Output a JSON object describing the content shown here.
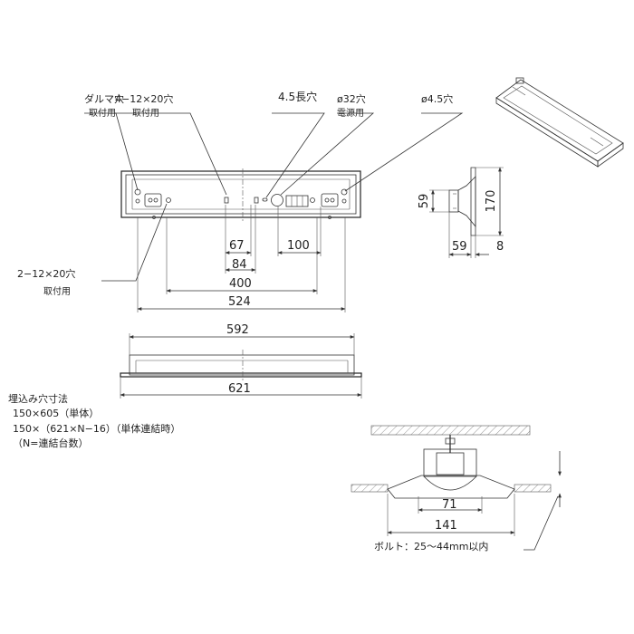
{
  "callouts": {
    "daruma_hole": "ダルマ穴",
    "daruma_sub": "取付用",
    "hole_4_12x20": "4−12×20穴",
    "hole_4_sub": "取付用",
    "slot_4_5": "4.5長穴",
    "hole_phi32": "ø32穴",
    "hole_phi32_sub": "電源用",
    "hole_phi4_5": "ø4.5穴",
    "hole_2_12x20": "2−12×20穴",
    "hole_2_sub": "取付用"
  },
  "dimensions": {
    "d67": "67",
    "d84": "84",
    "d100": "100",
    "d400": "400",
    "d524": "524",
    "d592": "592",
    "d621": "621",
    "d59_vertical": "59",
    "d170": "170",
    "d59_horizontal": "59",
    "d8": "8",
    "d71": "71",
    "d141": "141"
  },
  "notes": {
    "cutout_title": "埋込み穴寸法",
    "cutout_single": "150×605（単体）",
    "cutout_linked": "150×（621×N−16）（単体連結時）",
    "cutout_n": "（N=連結台数）",
    "bolt": "ボルト：25〜44mm以内"
  }
}
